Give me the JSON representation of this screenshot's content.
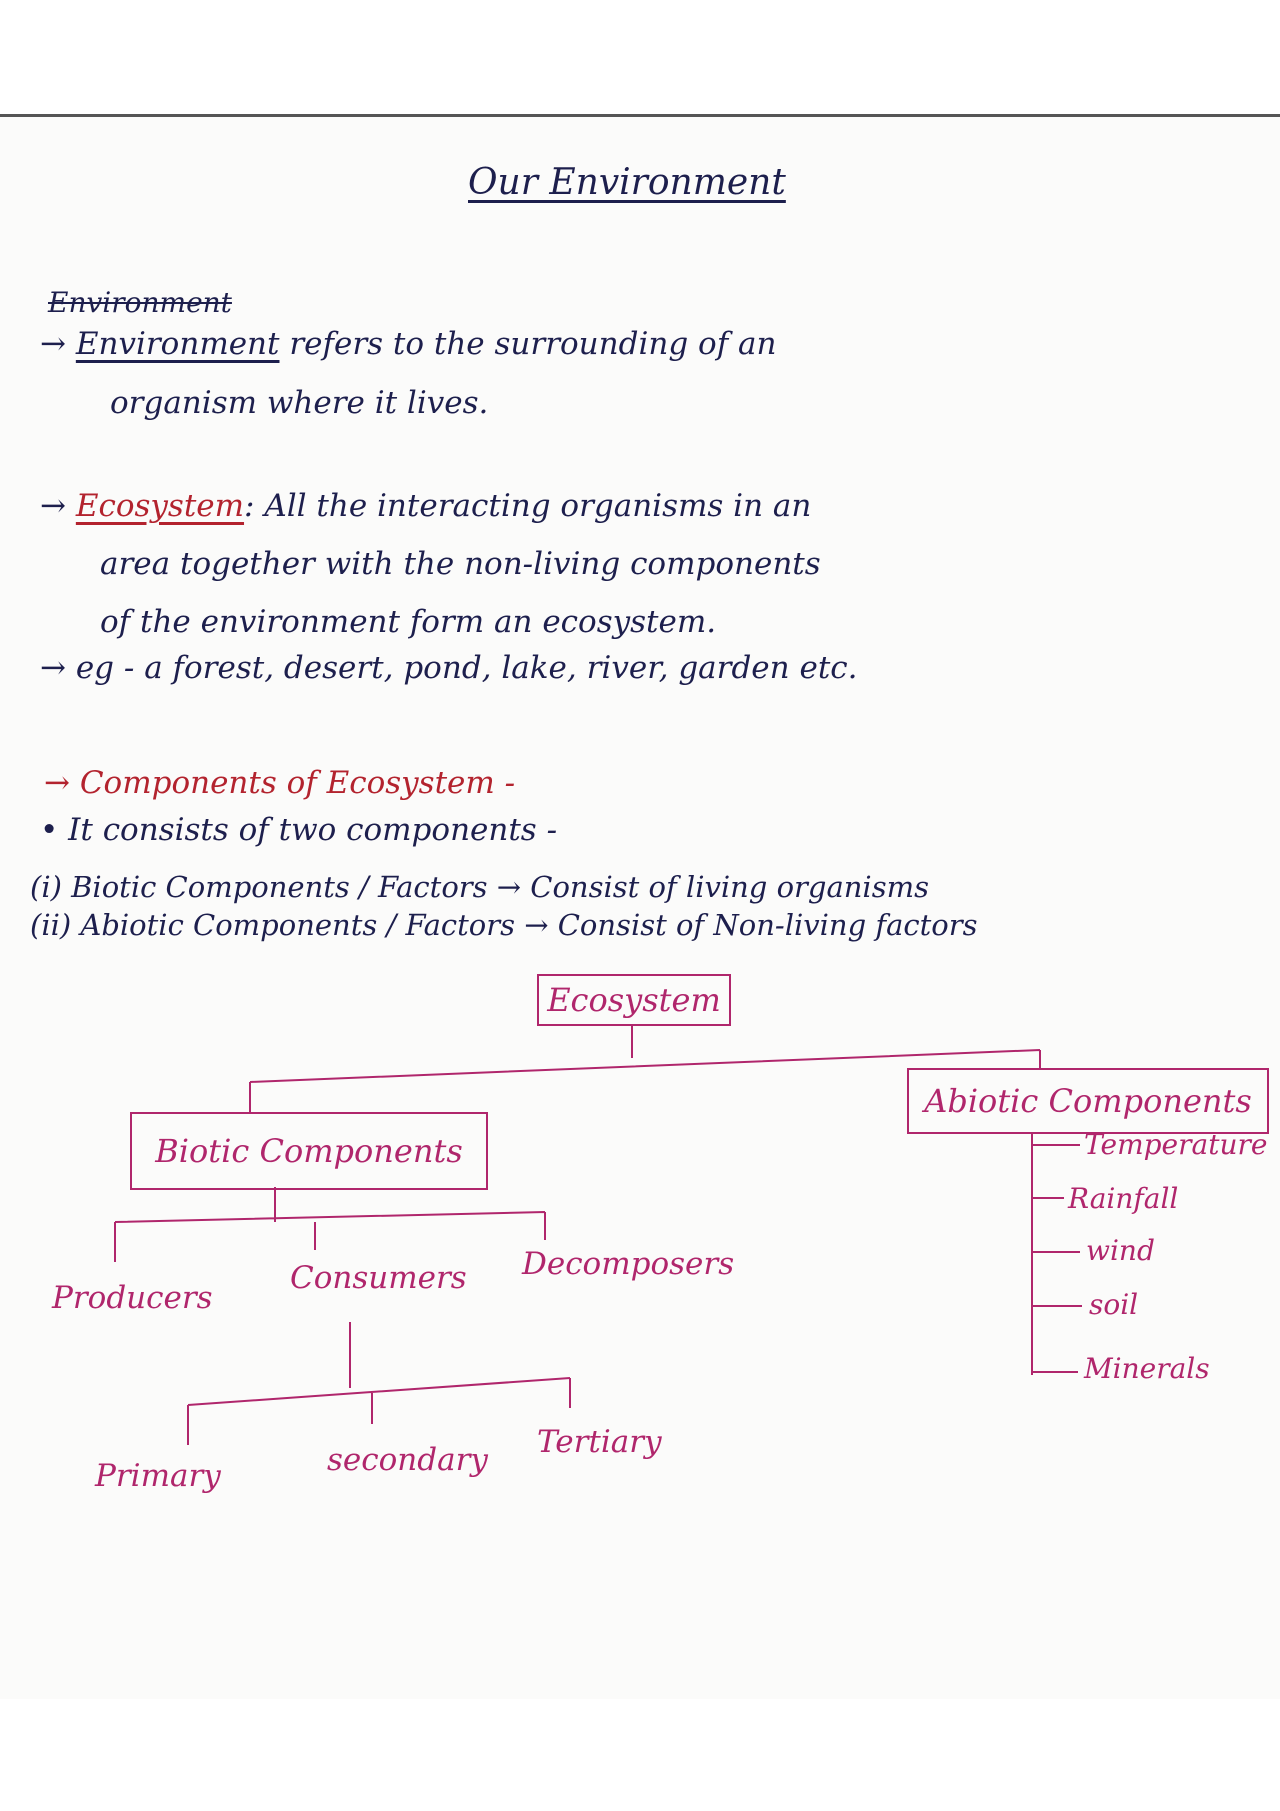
{
  "title": "Our Environment",
  "struck_heading": "Environment",
  "definitions": {
    "environment": {
      "term": "Environment",
      "line1_rest": "refers to the surrounding of an",
      "line2": "organism where it lives."
    },
    "ecosystem": {
      "term": "Ecosystem",
      "line1_rest": ": All the interacting organisms in an",
      "line2": "area together with the non-living components",
      "line3": "of the environment form an ecosystem."
    },
    "example": "→ eg - a forest, desert, pond, lake, river, garden etc."
  },
  "components": {
    "heading": "→ Components of Ecosystem -",
    "intro": "• It consists of two components -",
    "items": [
      "(i) Biotic Components / Factors → Consist of living organisms",
      "(ii) Abiotic Components / Factors → Consist of Non-living factors"
    ]
  },
  "diagram": {
    "root": "Ecosystem",
    "biotic": "Biotic Components",
    "abiotic": "Abiotic Components",
    "biotic_children": [
      "Producers",
      "Consumers",
      "Decomposers"
    ],
    "consumer_children": [
      "Primary",
      "secondary",
      "Tertiary"
    ],
    "abiotic_children": [
      "Temperature",
      "Rainfall",
      "wind",
      "soil",
      "Minerals"
    ]
  }
}
